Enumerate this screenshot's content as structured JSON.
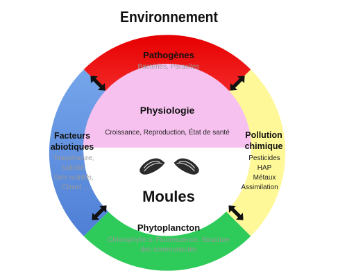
{
  "title": "Environnement",
  "segments": {
    "top": {
      "heading": "Pathogènes",
      "sub": "Bactéries, Parasites"
    },
    "left": {
      "heading_l1": "Facteurs",
      "heading_l2": "abiotiques",
      "sub": [
        "Température,",
        "Salinité,",
        "Sels nutritifs,",
        "Climat ...."
      ]
    },
    "right": {
      "heading_l1": "Pollution",
      "heading_l2": "chimique",
      "sub": [
        "Pesticides",
        "HAP",
        "Métaux",
        "Assimilation"
      ]
    },
    "bottom": {
      "heading": "Phytoplancton",
      "sub_l1": "Chlorophylle a, Fluorescence, Structure",
      "sub_l2": "des communautés"
    }
  },
  "center": {
    "upper_title": "Physiologie",
    "upper_sub": "Croissance, Reproduction, État de santé",
    "lower_title": "Moules"
  },
  "colors": {
    "top": "#ee1111",
    "left": "#5b8ee0",
    "right": "#fff899",
    "bottom": "#2ecb5a",
    "inner_top": "#f7c1ef",
    "inner_bottom": "#ffffff"
  }
}
